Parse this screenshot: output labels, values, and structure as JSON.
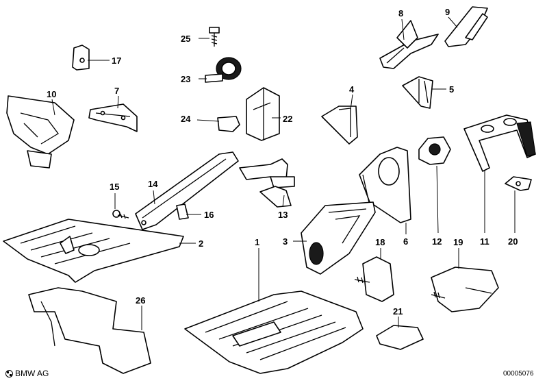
{
  "callouts": {
    "c1": "1",
    "c2": "2",
    "c3": "3",
    "c4": "4",
    "c5": "5",
    "c6": "6",
    "c7": "7",
    "c8": "8",
    "c9": "9",
    "c10": "10",
    "c11": "11",
    "c12": "12",
    "c13": "13",
    "c14": "14",
    "c15": "15",
    "c16": "16",
    "c17": "17",
    "c18": "18",
    "c19": "19",
    "c20": "20",
    "c21": "21",
    "c22": "22",
    "c23": "23",
    "c24": "24",
    "c25": "25",
    "c26": "26"
  },
  "footer": {
    "copyright": "BMW AG",
    "doc_number": "00005076"
  },
  "colors": {
    "ink": "#000000",
    "paper": "#ffffff"
  }
}
